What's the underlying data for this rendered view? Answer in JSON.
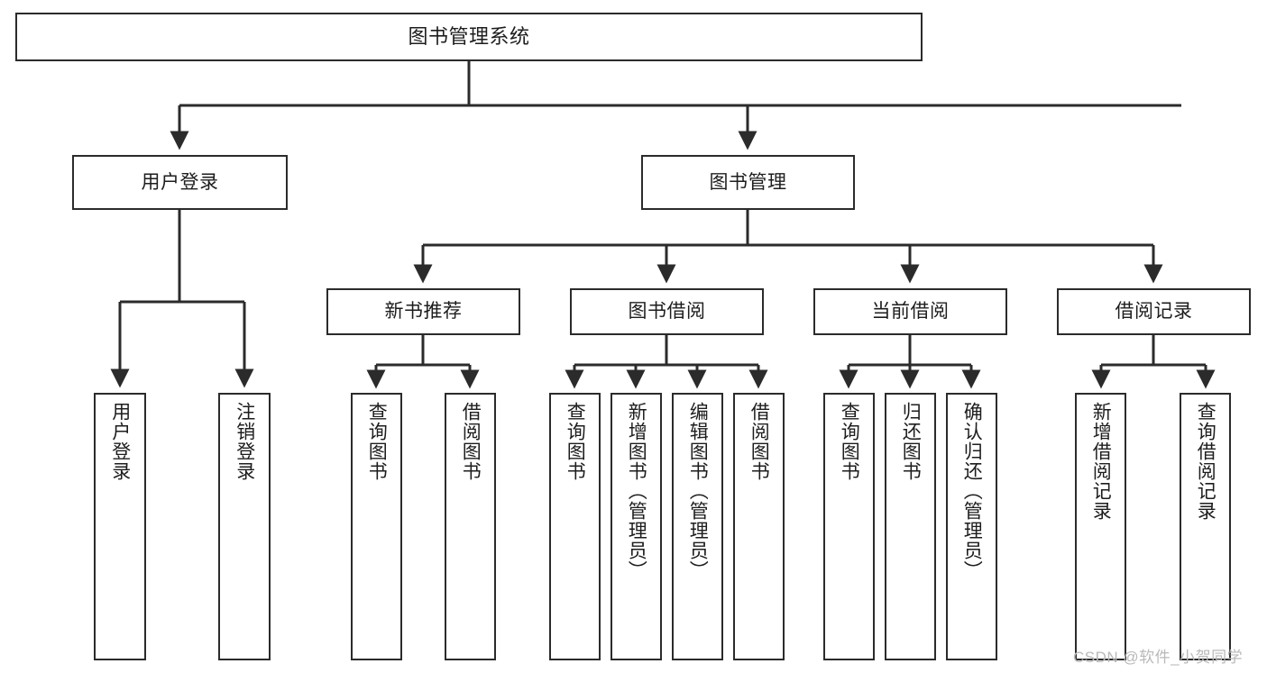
{
  "diagram": {
    "title": "图书管理系统",
    "type": "tree-hierarchy",
    "background_color": "#ffffff",
    "line_color": "#2b2b2b",
    "box_fill": "#ffffff",
    "text_color": "#1d1d1d"
  },
  "nodes": {
    "root": {
      "label": "图书管理系统"
    },
    "level1": [
      {
        "label": "用户登录"
      },
      {
        "label": "图书管理"
      }
    ],
    "level2": [
      {
        "label": "新书推荐"
      },
      {
        "label": "图书借阅"
      },
      {
        "label": "当前借阅"
      },
      {
        "label": "借阅记录"
      }
    ],
    "leaves_user_login": [
      {
        "label": "用户登录"
      },
      {
        "label": "注销登录"
      }
    ],
    "leaves_new_book": [
      {
        "label": "查询图书"
      },
      {
        "label": "借阅图书"
      }
    ],
    "leaves_borrow": [
      {
        "label": "查询图书"
      },
      {
        "label": "新增图书（管理员）"
      },
      {
        "label": "编辑图书（管理员）"
      },
      {
        "label": "借阅图书"
      }
    ],
    "leaves_current": [
      {
        "label": "查询图书"
      },
      {
        "label": "归还图书"
      },
      {
        "label": "确认归还（管理员）"
      }
    ],
    "leaves_record": [
      {
        "label": "新增借阅记录"
      },
      {
        "label": "查询借阅记录"
      }
    ]
  },
  "watermark": {
    "text": "CSDN @软件_小贺同学"
  }
}
